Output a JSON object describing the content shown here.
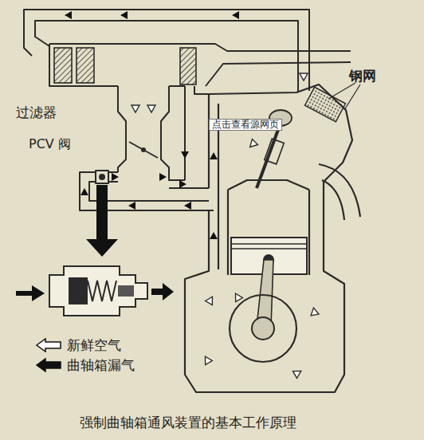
{
  "diagram": {
    "caption": "强制曲轴箱通风装置的基本工作原理",
    "nodes": [
      {
        "text": [
          "点击查看源网页"
        ]
      }
    ],
    "labels": [
      "过滤器",
      "PCV 阀",
      "钢网"
    ],
    "legend": [
      {
        "text": "新鲜空气"
      },
      {
        "text": "曲轴箱漏气"
      }
    ]
  }
}
